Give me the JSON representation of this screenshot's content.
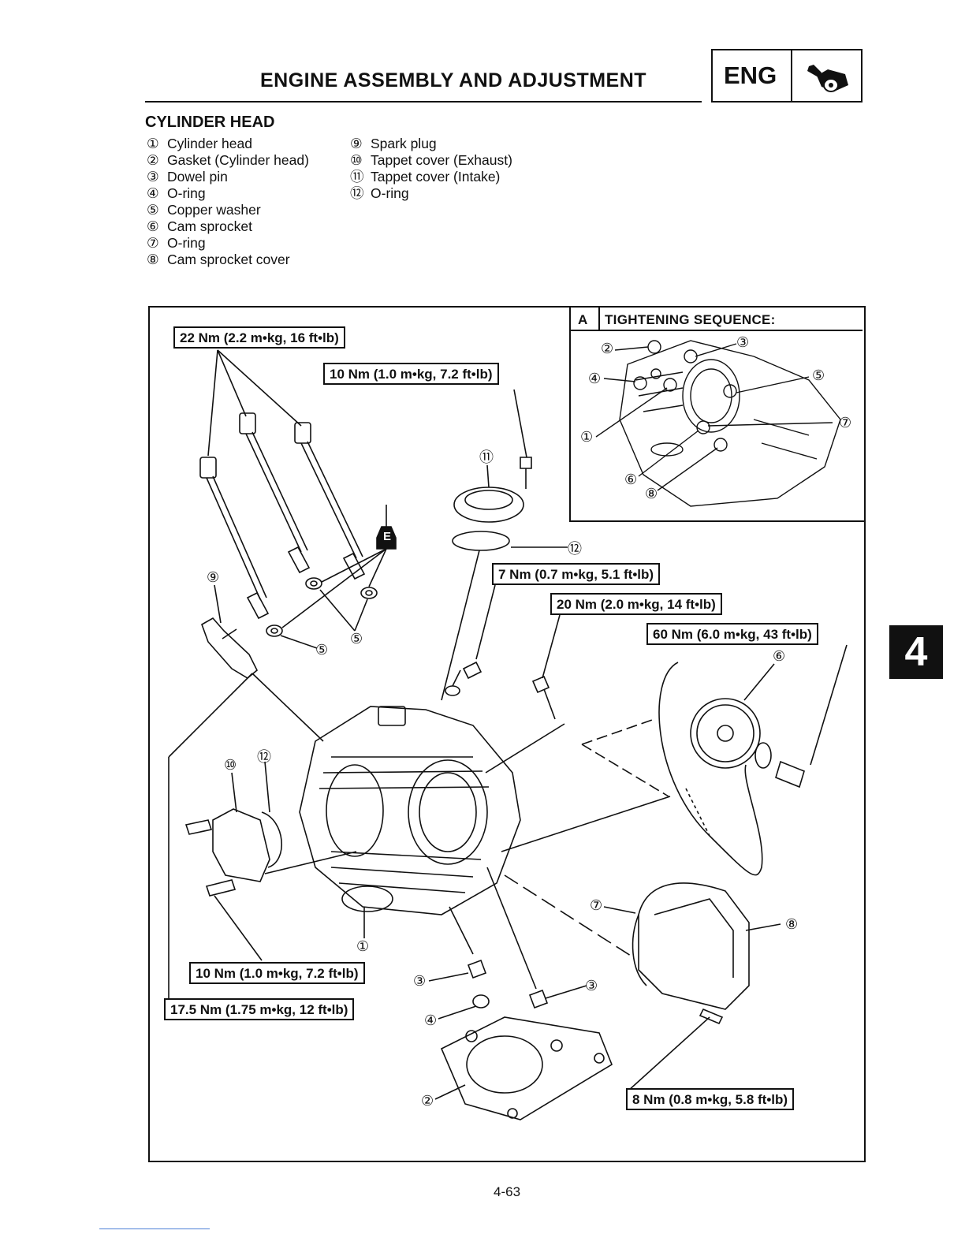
{
  "header": {
    "title": "ENGINE ASSEMBLY AND ADJUSTMENT",
    "badge": "ENG",
    "badge_icon": "engine-icon"
  },
  "section": {
    "title": "CYLINDER HEAD",
    "parts_left": [
      {
        "num": "①",
        "label": "Cylinder head"
      },
      {
        "num": "②",
        "label": "Gasket (Cylinder head)"
      },
      {
        "num": "③",
        "label": "Dowel pin"
      },
      {
        "num": "④",
        "label": "O-ring"
      },
      {
        "num": "⑤",
        "label": "Copper washer"
      },
      {
        "num": "⑥",
        "label": "Cam sprocket"
      },
      {
        "num": "⑦",
        "label": "O-ring"
      },
      {
        "num": "⑧",
        "label": "Cam sprocket cover"
      }
    ],
    "parts_right": [
      {
        "num": "⑨",
        "label": "Spark plug"
      },
      {
        "num": "⑩",
        "label": "Tappet cover (Exhaust)"
      },
      {
        "num": "⑪",
        "label": "Tappet cover (Intake)"
      },
      {
        "num": "⑫",
        "label": "O-ring"
      }
    ]
  },
  "inset": {
    "letter": "A",
    "title": "TIGHTENING SEQUENCE:",
    "callouts": [
      "②",
      "③",
      "④",
      "⑤",
      "①",
      "⑦",
      "⑥",
      "⑧"
    ]
  },
  "torques": {
    "t22": "22 Nm (2.2 m•kg, 16 ft•lb)",
    "t10a": "10 Nm (1.0 m•kg, 7.2 ft•lb)",
    "t7": "7 Nm (0.7 m•kg, 5.1 ft•lb)",
    "t20": "20 Nm (2.0 m•kg, 14 ft•lb)",
    "t60": "60 Nm (6.0 m•kg, 43 ft•lb)",
    "t10b": "10 Nm (1.0 m•kg, 7.2 ft•lb)",
    "t17": "17.5 Nm (1.75 m•kg, 12 ft•lb)",
    "t8": "8 Nm (0.8 m•kg, 5.8 ft•lb)"
  },
  "callouts": {
    "c11": "⑪",
    "c12": "⑫",
    "c9": "⑨",
    "c5a": "⑤",
    "c5b": "⑤",
    "c6": "⑥",
    "c10": "⑩",
    "c12b": "⑫",
    "c1": "①",
    "c7": "⑦",
    "c8": "⑧",
    "c3a": "③",
    "c3b": "③",
    "c4": "④",
    "c2": "②",
    "e_mark": "E"
  },
  "side_tab": "4",
  "page_number": "4-63"
}
